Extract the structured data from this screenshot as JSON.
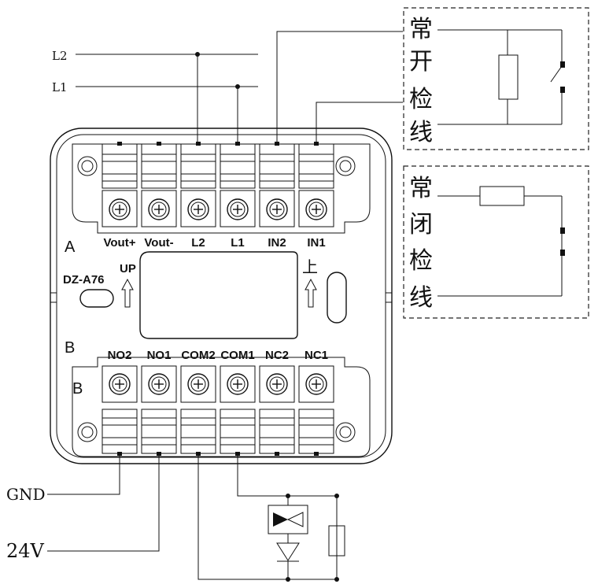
{
  "wires": {
    "l2": "L2",
    "l1": "L1",
    "gnd": "GND",
    "v24": "24V"
  },
  "device": {
    "model": "DZ-A76",
    "row_a_mark": "A",
    "row_b_mark": "B",
    "row_b_mark_large": "B",
    "up_label": "UP",
    "up_label_cn": "上",
    "top_terminals": [
      "Vout+",
      "Vout-",
      "L2",
      "L1",
      "IN2",
      "IN1"
    ],
    "bottom_terminals": [
      "NO2",
      "NO1",
      "COM2",
      "COM1",
      "NC2",
      "NC1"
    ]
  },
  "box_open": {
    "chars": [
      "常",
      "开",
      "检",
      "线"
    ]
  },
  "box_closed": {
    "chars": [
      "常",
      "闭",
      "检",
      "线"
    ]
  }
}
